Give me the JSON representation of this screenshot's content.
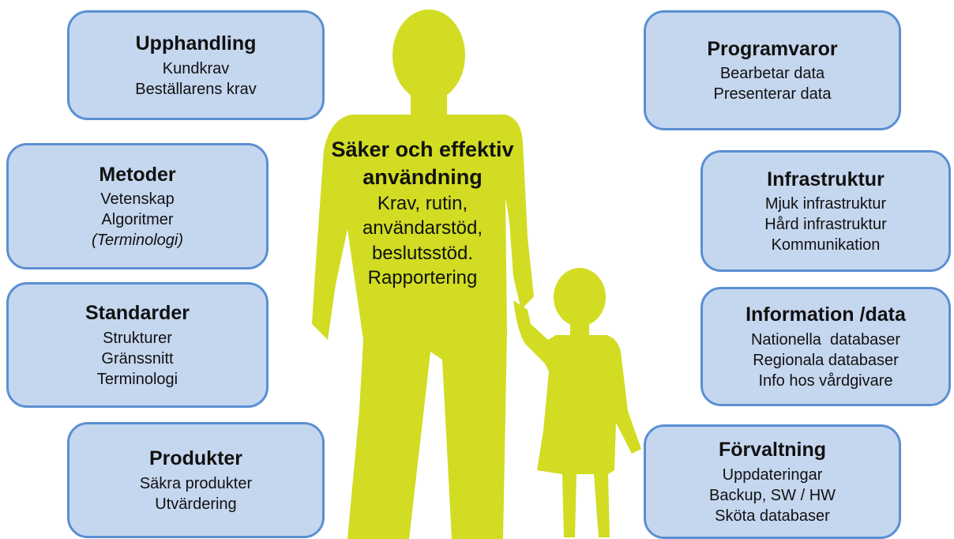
{
  "colors": {
    "silhouette": "#d2dc22",
    "box_fill": "#c5d7ef",
    "box_border": "#5b8fd3"
  },
  "center": {
    "title_line1": "Säker och effektiv",
    "title_line2": "användning",
    "lines": [
      "Krav, rutin,",
      "användarstöd,",
      "beslutsstöd.",
      "Rapportering"
    ]
  },
  "boxes": {
    "upphandling": {
      "title": "Upphandling",
      "lines": [
        "Kundkrav",
        "Beställarens krav"
      ]
    },
    "metoder": {
      "title": "Metoder",
      "lines": [
        "Vetenskap",
        "Algoritmer",
        "(Terminologi)"
      ]
    },
    "standarder": {
      "title": "Standarder",
      "lines": [
        "Strukturer",
        "Gränssnitt",
        "Terminologi"
      ]
    },
    "produkter": {
      "title": "Produkter",
      "lines": [
        "Säkra produkter",
        "Utvärdering"
      ]
    },
    "programvaror": {
      "title": "Programvaror",
      "lines": [
        "Bearbetar data",
        "Presenterar data"
      ]
    },
    "infrastruktur": {
      "title": "Infrastruktur",
      "lines": [
        "Mjuk infrastruktur",
        "Hård infrastruktur",
        "Kommunikation"
      ]
    },
    "information": {
      "title": "Information /data",
      "lines": [
        "Nationella  databaser",
        "Regionala databaser",
        "Info hos vårdgivare"
      ]
    },
    "forvaltning": {
      "title": "Förvaltning",
      "lines": [
        "Uppdateringar",
        "Backup, SW / HW",
        "Sköta databaser"
      ]
    }
  }
}
